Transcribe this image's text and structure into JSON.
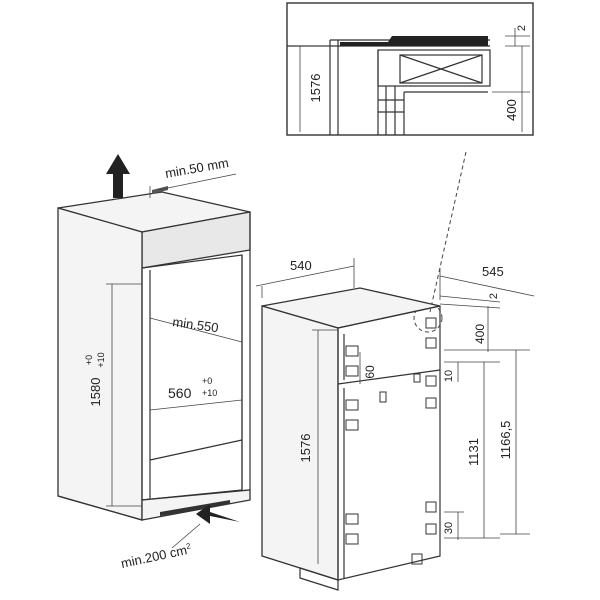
{
  "inset": {
    "dim_gap": "2",
    "dim_height": "1576",
    "dim_vent": "400"
  },
  "niche": {
    "min_top_gap": "min.50 mm",
    "height": "1580",
    "height_tol_top": "+0",
    "height_tol_bot": "+10",
    "depth_min": "min.550",
    "width": "560",
    "width_tol_top": "+0",
    "width_tol_bot": "+10",
    "vent_area": "min.200 cm",
    "vent_area_sup": "2"
  },
  "appliance": {
    "width": "540",
    "depth": "545",
    "height": "1576",
    "gap": "2",
    "vent": "400",
    "d60": "60",
    "d10": "10",
    "d1131": "1131",
    "d1166": "1166,5",
    "d30": "30"
  }
}
